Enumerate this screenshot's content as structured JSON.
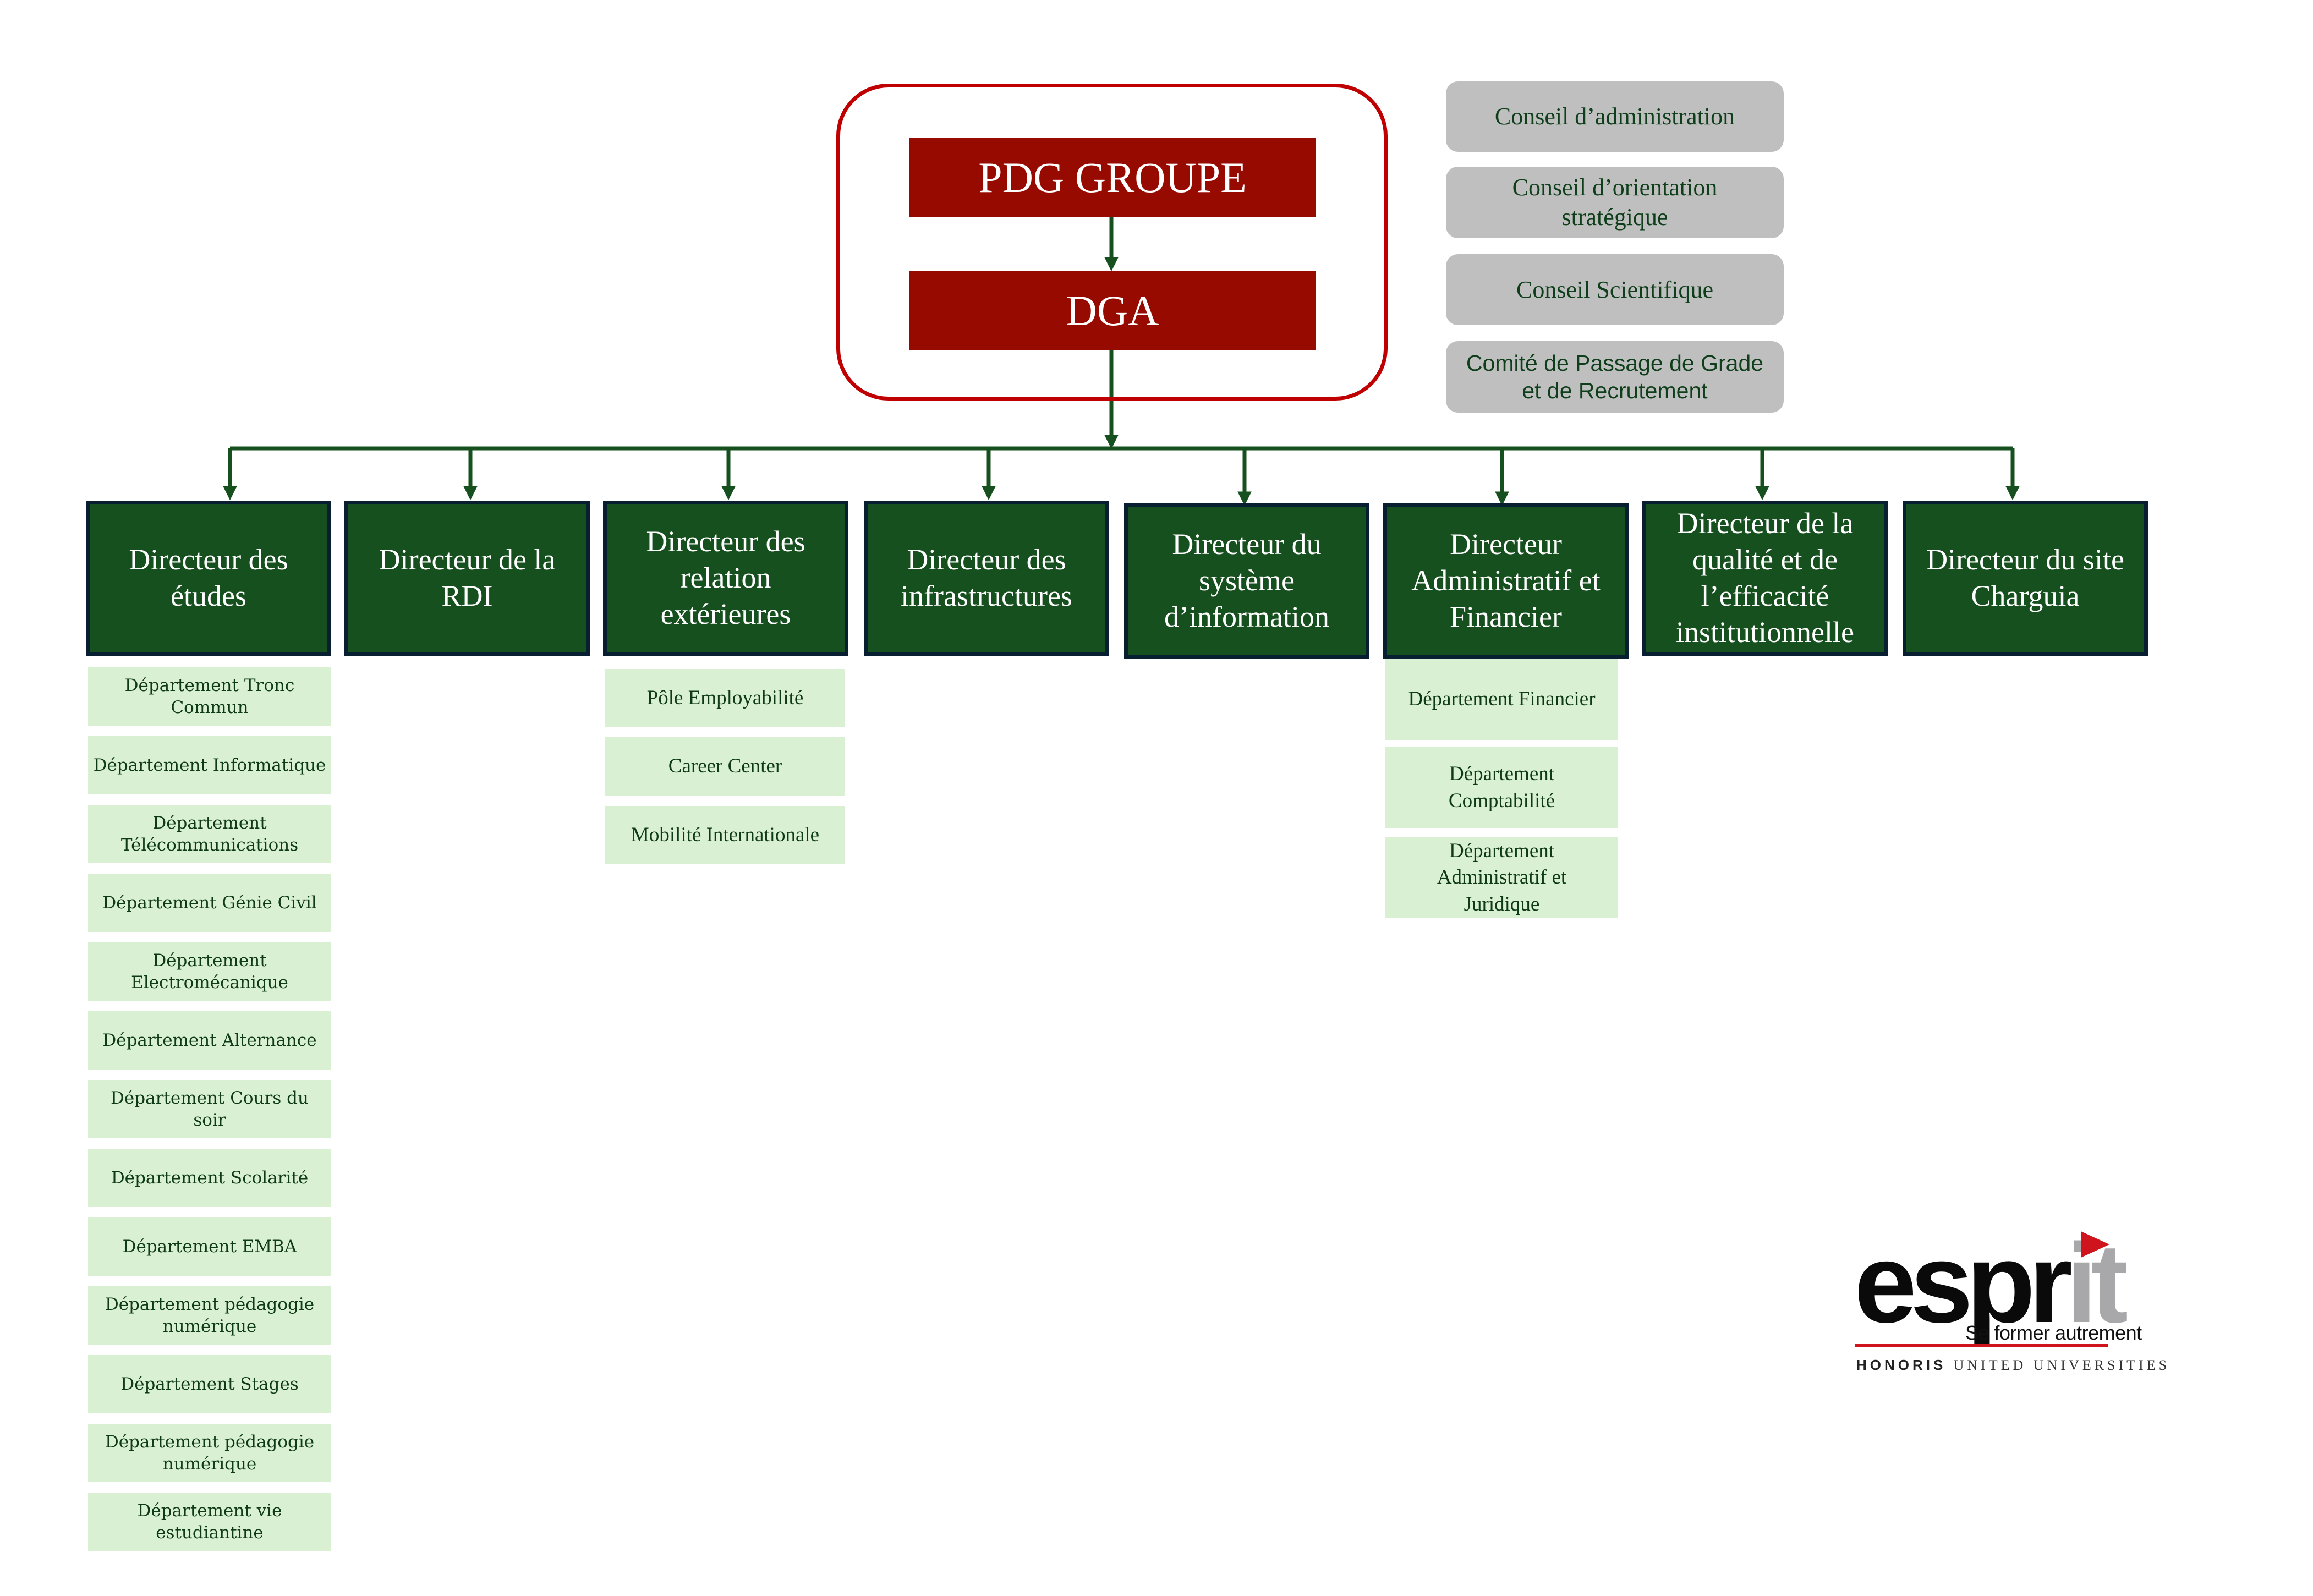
{
  "colors": {
    "exec_frame": "#c00000",
    "exec_box": "#960a00",
    "director_box": "#17501f",
    "director_border": "#071f31",
    "dept_box": "#d9f1d2",
    "council_box": "#bfbfbf",
    "connector": "#17501f"
  },
  "executive": {
    "pdg": "PDG GROUPE",
    "dga": "DGA"
  },
  "councils": [
    "Conseil d’administration",
    "Conseil d’orientation stratégique",
    "Conseil Scientifique",
    "Comité de Passage de Grade et de Recrutement"
  ],
  "directors": [
    {
      "title": "Directeur des études",
      "departments": [
        "Département Tronc Commun",
        "Département Informatique",
        "Département Télécommunications",
        "Département Génie Civil",
        "Département Electromécanique",
        "Département Alternance",
        "Département Cours du soir",
        "Département Scolarité",
        "Département EMBA",
        "Département pédagogie numérique",
        "Département Stages",
        "Département pédagogie numérique",
        "Département vie estudiantine"
      ]
    },
    {
      "title": "Directeur de la RDI",
      "departments": []
    },
    {
      "title": "Directeur des relation extérieures",
      "departments": [
        "Pôle Employabilité",
        "Career Center",
        "Mobilité Internationale"
      ]
    },
    {
      "title": "Directeur des infrastructures",
      "departments": []
    },
    {
      "title": "Directeur du système d’information",
      "departments": []
    },
    {
      "title": "Directeur Administratif et Financier",
      "departments": [
        "Département Financier",
        "Département Comptabilité",
        "Département Administratif et Juridique"
      ]
    },
    {
      "title": "Directeur de la qualité et de l’efficacité institutionnelle",
      "departments": []
    },
    {
      "title": "Directeur du site Charguia",
      "departments": []
    }
  ],
  "logo": {
    "name_dark": "espr",
    "name_light": "it",
    "tagline": "Se former autrement",
    "network_bold": "HONORIS",
    "network_rest": "UNITED UNIVERSITIES"
  }
}
